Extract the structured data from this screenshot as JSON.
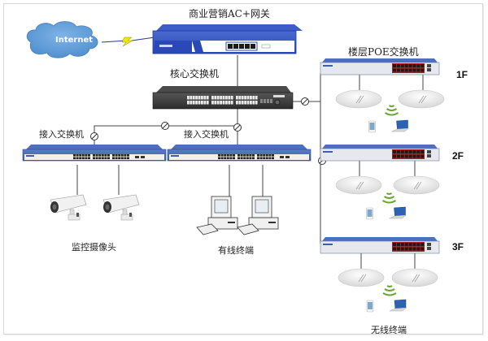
{
  "title": "商业营销AC+网关",
  "internet_label": "Internet",
  "core_switch_label": "核心交换机",
  "access_switch_labels": [
    "接入交换机",
    "接入交换机"
  ],
  "poe_switch_label": "楼层POE交换机",
  "floors": [
    "1F",
    "2F",
    "3F"
  ],
  "endpoint_labels": {
    "cameras": "监控摄像头",
    "wired": "有线终端",
    "wireless": "无线终端"
  },
  "colors": {
    "cloud": "#5b9bd5",
    "gateway_blue": "#2a48b8",
    "switch_blue": "#3b5fa8",
    "core_dark": "#333333",
    "poe_ports": "#b22222",
    "wifi_green": "#6aa632",
    "link": "#444444"
  }
}
